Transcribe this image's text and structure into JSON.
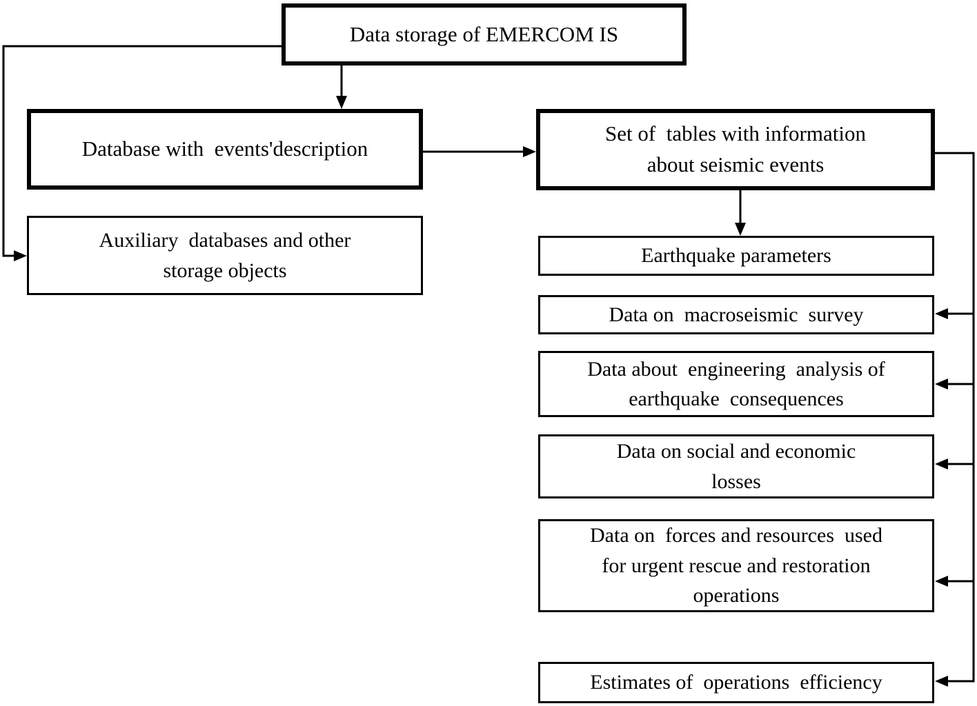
{
  "diagram": {
    "type": "flowchart",
    "background_color": "#ffffff",
    "line_color": "#000000",
    "nodes": [
      {
        "id": "data-storage",
        "label": "Data storage of EMERCOM IS",
        "emphasis": "thick"
      },
      {
        "id": "database-events",
        "label": "Database with  events'description",
        "emphasis": "thick"
      },
      {
        "id": "auxiliary-databases",
        "label": "Auxiliary  databases and other\nstorage objects",
        "emphasis": "thin"
      },
      {
        "id": "set-of-tables",
        "label": "Set of  tables with information\nabout seismic events",
        "emphasis": "thick"
      },
      {
        "id": "earthquake-parameters",
        "label": "Earthquake parameters",
        "emphasis": "thin"
      },
      {
        "id": "macroseismic-survey",
        "label": "Data on  macroseismic  survey",
        "emphasis": "thin"
      },
      {
        "id": "engineering-analysis",
        "label": "Data about  engineering  analysis of\nearthquake  consequences",
        "emphasis": "thin"
      },
      {
        "id": "social-economic-losses",
        "label": "Data on social and economic\nlosses",
        "emphasis": "thin"
      },
      {
        "id": "forces-resources",
        "label": "Data on  forces and resources  used\nfor urgent rescue and restoration\noperations",
        "emphasis": "thin"
      },
      {
        "id": "operations-efficiency",
        "label": "Estimates of  operations  efficiency",
        "emphasis": "thin"
      }
    ],
    "edges": [
      {
        "from": "data-storage",
        "to": "database-events",
        "type": "arrow"
      },
      {
        "from": "data-storage",
        "to": "auxiliary-databases",
        "type": "arrow"
      },
      {
        "from": "database-events",
        "to": "set-of-tables",
        "type": "arrow"
      },
      {
        "from": "set-of-tables",
        "to": "earthquake-parameters",
        "type": "arrow"
      },
      {
        "from": "set-of-tables",
        "to": "macroseismic-survey",
        "type": "arrow"
      },
      {
        "from": "set-of-tables",
        "to": "engineering-analysis",
        "type": "arrow"
      },
      {
        "from": "set-of-tables",
        "to": "social-economic-losses",
        "type": "arrow"
      },
      {
        "from": "set-of-tables",
        "to": "forces-resources",
        "type": "arrow"
      },
      {
        "from": "set-of-tables",
        "to": "operations-efficiency",
        "type": "arrow"
      }
    ]
  }
}
